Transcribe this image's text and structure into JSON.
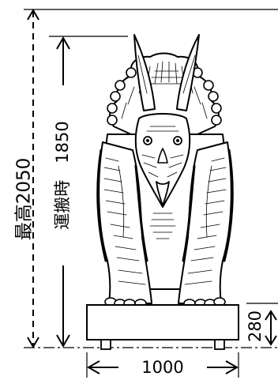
{
  "dimensions": {
    "max_height": {
      "label": "最高2050",
      "value_mm": 2050
    },
    "transport_height": {
      "label": "運搬時　1850",
      "value_mm": 1850
    },
    "base_height": {
      "label": "280",
      "value_mm": 280
    },
    "width": {
      "label": "1000",
      "value_mm": 1000
    }
  },
  "subject": {
    "icon": "triceratops-statue-front-view-icon"
  }
}
